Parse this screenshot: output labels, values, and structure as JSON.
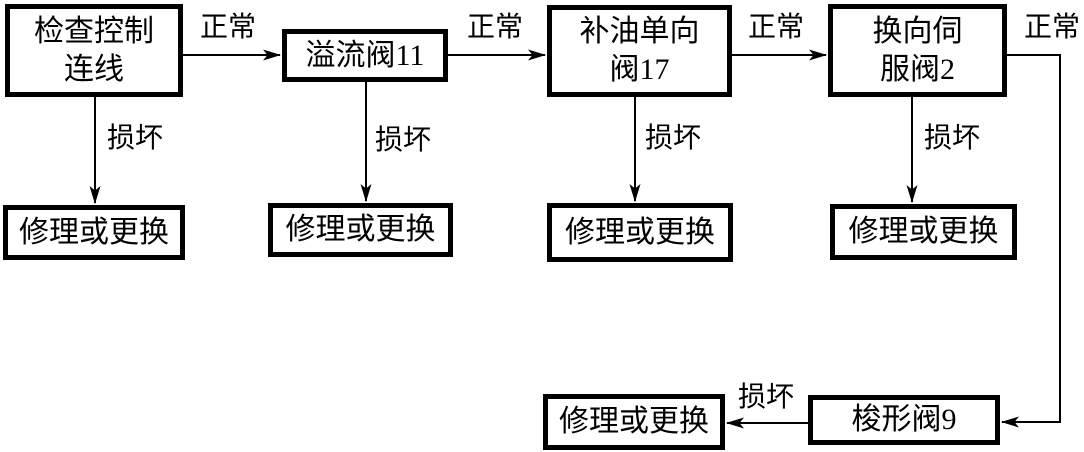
{
  "diagram": {
    "type": "flowchart",
    "background_color": "#ffffff",
    "line_color": "#000000",
    "labels": {
      "normal": "正常",
      "damaged": "损坏",
      "repair": "修理或更换"
    },
    "nodes": {
      "check_wiring": {
        "line1": "检查控制",
        "line2": "连线"
      },
      "relief_valve_11": {
        "line1": "溢流阀11"
      },
      "makeup_check_valve_17": {
        "line1": "补油单向",
        "line2": "阀17"
      },
      "directional_servo_valve_2": {
        "line1": "换向伺",
        "line2": "服阀2"
      },
      "shuttle_valve_9": {
        "line1": "梭形阀9"
      }
    },
    "edges": [
      {
        "from": "检查控制连线",
        "to": "溢流阀11",
        "label": "正常"
      },
      {
        "from": "检查控制连线",
        "to": "修理或更换",
        "label": "损坏"
      },
      {
        "from": "溢流阀11",
        "to": "补油单向阀17",
        "label": "正常"
      },
      {
        "from": "溢流阀11",
        "to": "修理或更换",
        "label": "损坏"
      },
      {
        "from": "补油单向阀17",
        "to": "换向伺服阀2",
        "label": "正常"
      },
      {
        "from": "补油单向阀17",
        "to": "修理或更换",
        "label": "损坏"
      },
      {
        "from": "换向伺服阀2",
        "to": "梭形阀9",
        "label": "正常"
      },
      {
        "from": "换向伺服阀2",
        "to": "修理或更换",
        "label": "损坏"
      },
      {
        "from": "梭形阀9",
        "to": "修理或更换",
        "label": "损坏"
      }
    ]
  }
}
